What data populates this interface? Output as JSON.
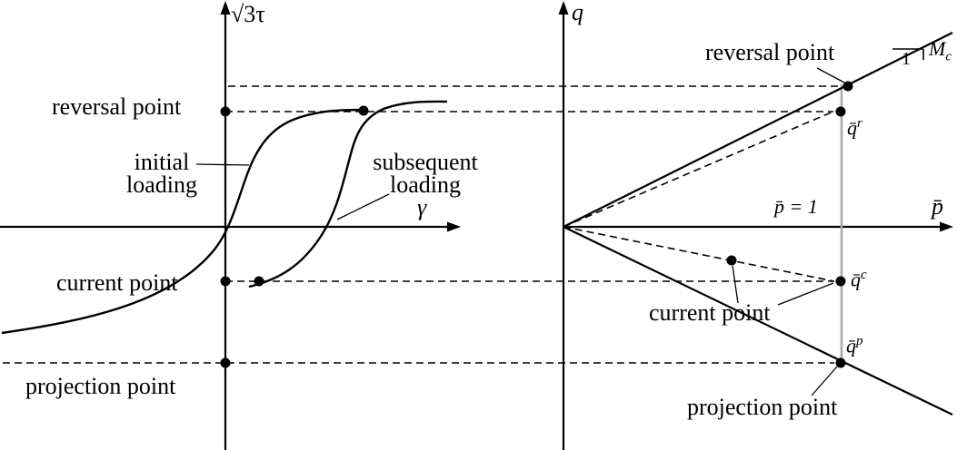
{
  "left_plot": {
    "y_axis_label": "√3τ",
    "x_axis_label": "γ",
    "reversal_point_label": "reversal point",
    "initial_loading_line1": "initial",
    "initial_loading_line2": "loading",
    "subsequent_loading_line1": "subsequent",
    "subsequent_loading_line2": "loading",
    "current_point_label": "current point",
    "projection_point_label": "projection point"
  },
  "right_plot": {
    "y_axis_label": "q",
    "x_axis_label": "p̄",
    "reversal_point_label": "reversal point",
    "current_point_label": "current point",
    "projection_point_label": "projection point",
    "p_bar_one_label": "p̄ = 1",
    "q_bar_r": {
      "base": "q̄",
      "sup": "r"
    },
    "q_bar_c": {
      "base": "q̄",
      "sup": "c"
    },
    "q_bar_p": {
      "base": "q̄",
      "sup": "p"
    },
    "slope_run_label": "1",
    "slope_label": {
      "base": "M",
      "sub": "c"
    }
  },
  "colors": {
    "background": "#ffffff",
    "line": "#000000",
    "guide_gray": "#a9a9a9"
  }
}
